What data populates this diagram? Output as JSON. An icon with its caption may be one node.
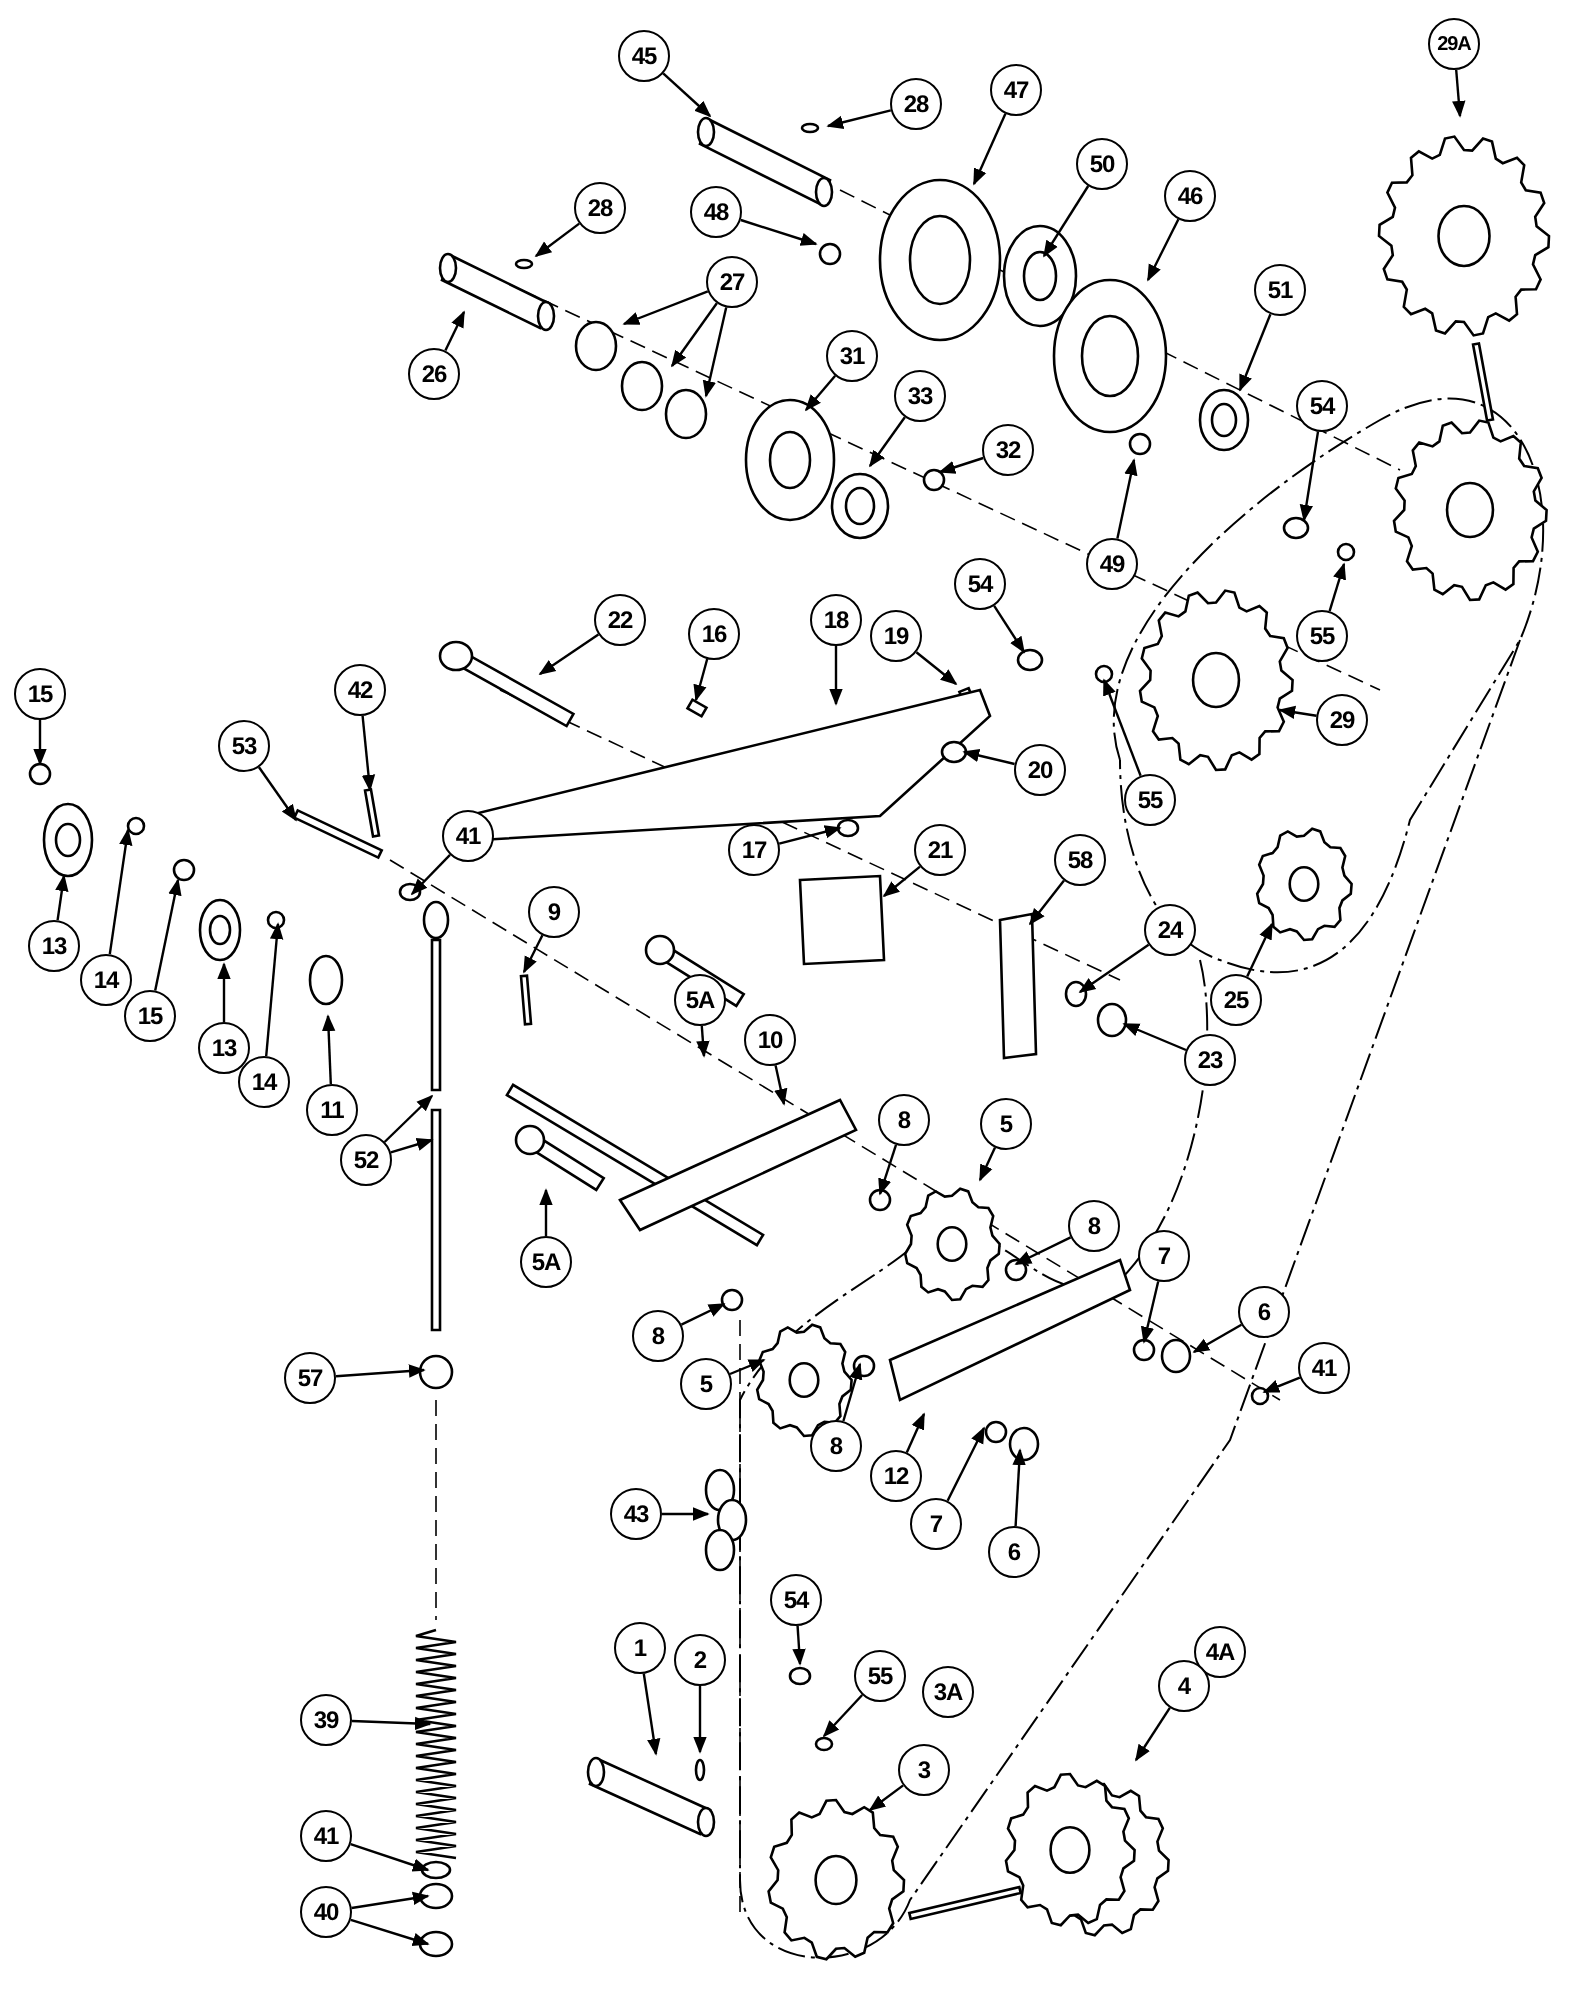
{
  "diagram": {
    "nodes": [
      {
        "text": [
          "45"
        ]
      },
      {
        "text": [
          "28"
        ]
      },
      {
        "text": [
          "47"
        ]
      },
      {
        "text": [
          "28"
        ]
      },
      {
        "text": [
          "48"
        ]
      },
      {
        "text": [
          "50"
        ]
      },
      {
        "text": [
          "46"
        ]
      },
      {
        "text": [
          "29A"
        ]
      },
      {
        "text": [
          "27"
        ]
      },
      {
        "text": [
          "26"
        ]
      },
      {
        "text": [
          "31"
        ]
      },
      {
        "text": [
          "33"
        ]
      },
      {
        "text": [
          "51"
        ]
      },
      {
        "text": [
          "32"
        ]
      },
      {
        "text": [
          "54"
        ]
      },
      {
        "text": [
          "49"
        ]
      },
      {
        "text": [
          "55"
        ]
      },
      {
        "text": [
          "22"
        ]
      },
      {
        "text": [
          "16"
        ]
      },
      {
        "text": [
          "18"
        ]
      },
      {
        "text": [
          "19"
        ]
      },
      {
        "text": [
          "54"
        ]
      },
      {
        "text": [
          "20"
        ]
      },
      {
        "text": [
          "55"
        ]
      },
      {
        "text": [
          "29"
        ]
      },
      {
        "text": [
          "15"
        ]
      },
      {
        "text": [
          "42"
        ]
      },
      {
        "text": [
          "53"
        ]
      },
      {
        "text": [
          "41"
        ]
      },
      {
        "text": [
          "17"
        ]
      },
      {
        "text": [
          "21"
        ]
      },
      {
        "text": [
          "58"
        ]
      },
      {
        "text": [
          "24"
        ]
      },
      {
        "text": [
          "23"
        ]
      },
      {
        "text": [
          "25"
        ]
      },
      {
        "text": [
          "13"
        ]
      },
      {
        "text": [
          "14"
        ]
      },
      {
        "text": [
          "15"
        ]
      },
      {
        "text": [
          "13"
        ]
      },
      {
        "text": [
          "14"
        ]
      },
      {
        "text": [
          "11"
        ]
      },
      {
        "text": [
          "9"
        ]
      },
      {
        "text": [
          "5A"
        ]
      },
      {
        "text": [
          "10"
        ]
      },
      {
        "text": [
          "52"
        ]
      },
      {
        "text": [
          "8"
        ]
      },
      {
        "text": [
          "5"
        ]
      },
      {
        "text": [
          "5A"
        ]
      },
      {
        "text": [
          "8"
        ]
      },
      {
        "text": [
          "7"
        ]
      },
      {
        "text": [
          "6"
        ]
      },
      {
        "text": [
          "41"
        ]
      },
      {
        "text": [
          "8"
        ]
      },
      {
        "text": [
          "5"
        ]
      },
      {
        "text": [
          "57"
        ]
      },
      {
        "text": [
          "8"
        ]
      },
      {
        "text": [
          "12"
        ]
      },
      {
        "text": [
          "7"
        ]
      },
      {
        "text": [
          "6"
        ]
      },
      {
        "text": [
          "43"
        ]
      },
      {
        "text": [
          "54"
        ]
      },
      {
        "text": [
          "1"
        ]
      },
      {
        "text": [
          "2"
        ]
      },
      {
        "text": [
          "55"
        ]
      },
      {
        "text": [
          "3A"
        ]
      },
      {
        "text": [
          "3"
        ]
      },
      {
        "text": [
          "4A"
        ]
      },
      {
        "text": [
          "4"
        ]
      },
      {
        "text": [
          "39"
        ]
      },
      {
        "text": [
          "41"
        ]
      },
      {
        "text": [
          "40"
        ]
      }
    ],
    "edges": [
      {
        "from": 0,
        "to": null,
        "arrow": "to"
      },
      {
        "from": 1,
        "to": null,
        "arrow": "to"
      },
      {
        "from": 2,
        "to": null,
        "arrow": "to"
      },
      {
        "from": 3,
        "to": null,
        "arrow": "to"
      },
      {
        "from": 4,
        "to": null,
        "arrow": "to"
      },
      {
        "from": 5,
        "to": null,
        "arrow": "to"
      },
      {
        "from": 6,
        "to": null,
        "arrow": "to"
      },
      {
        "from": 7,
        "to": null,
        "arrow": "to"
      },
      {
        "from": 8,
        "to": null,
        "arrow": "to"
      },
      {
        "from": 8,
        "to": null,
        "arrow": "to"
      },
      {
        "from": 8,
        "to": null,
        "arrow": "to"
      },
      {
        "from": 9,
        "to": null,
        "arrow": "to"
      },
      {
        "from": 10,
        "to": null,
        "arrow": "to"
      },
      {
        "from": 11,
        "to": null,
        "arrow": "to"
      },
      {
        "from": 12,
        "to": null,
        "arrow": "to"
      },
      {
        "from": 13,
        "to": null,
        "arrow": "to"
      },
      {
        "from": 14,
        "to": null,
        "arrow": "to"
      },
      {
        "from": 15,
        "to": null,
        "arrow": "to"
      },
      {
        "from": 16,
        "to": null,
        "arrow": "to"
      },
      {
        "from": 17,
        "to": null,
        "arrow": "to"
      },
      {
        "from": 18,
        "to": null,
        "arrow": "to"
      },
      {
        "from": 19,
        "to": null,
        "arrow": "to"
      },
      {
        "from": 20,
        "to": null,
        "arrow": "to"
      },
      {
        "from": 21,
        "to": null,
        "arrow": "to"
      },
      {
        "from": 22,
        "to": null,
        "arrow": "to"
      },
      {
        "from": 23,
        "to": null,
        "arrow": "to"
      },
      {
        "from": 24,
        "to": null,
        "arrow": "to"
      },
      {
        "from": 25,
        "to": null,
        "arrow": "to"
      },
      {
        "from": 26,
        "to": null,
        "arrow": "to"
      },
      {
        "from": 27,
        "to": null,
        "arrow": "to"
      },
      {
        "from": 28,
        "to": null,
        "arrow": "to"
      },
      {
        "from": 29,
        "to": null,
        "arrow": "to"
      },
      {
        "from": 30,
        "to": null,
        "arrow": "to"
      },
      {
        "from": 31,
        "to": null,
        "arrow": "to"
      },
      {
        "from": 32,
        "to": null,
        "arrow": "to"
      },
      {
        "from": 33,
        "to": null,
        "arrow": "to"
      },
      {
        "from": 34,
        "to": null,
        "arrow": "to"
      },
      {
        "from": 35,
        "to": null,
        "arrow": "to"
      },
      {
        "from": 36,
        "to": null,
        "arrow": "to"
      },
      {
        "from": 37,
        "to": null,
        "arrow": "to"
      },
      {
        "from": 38,
        "to": null,
        "arrow": "to"
      },
      {
        "from": 39,
        "to": null,
        "arrow": "to"
      },
      {
        "from": 40,
        "to": null,
        "arrow": "to"
      },
      {
        "from": 41,
        "to": null,
        "arrow": "to"
      },
      {
        "from": 42,
        "to": null,
        "arrow": "to"
      },
      {
        "from": 43,
        "to": null,
        "arrow": "to"
      },
      {
        "from": 44,
        "to": null,
        "arrow": "to"
      },
      {
        "from": 44,
        "to": null,
        "arrow": "to"
      },
      {
        "from": 45,
        "to": null,
        "arrow": "to"
      },
      {
        "from": 46,
        "to": null,
        "arrow": "to"
      },
      {
        "from": 47,
        "to": null,
        "arrow": "to"
      },
      {
        "from": 48,
        "to": null,
        "arrow": "to"
      },
      {
        "from": 49,
        "to": null,
        "arrow": "to"
      },
      {
        "from": 50,
        "to": null,
        "arrow": "to"
      },
      {
        "from": 51,
        "to": null,
        "arrow": "to"
      },
      {
        "from": 52,
        "to": null,
        "arrow": "to"
      },
      {
        "from": 53,
        "to": null,
        "arrow": "to"
      },
      {
        "from": 54,
        "to": null,
        "arrow": "to"
      },
      {
        "from": 55,
        "to": null,
        "arrow": "to"
      },
      {
        "from": 56,
        "to": null,
        "arrow": "to"
      },
      {
        "from": 57,
        "to": null,
        "arrow": "to"
      },
      {
        "from": 58,
        "to": null,
        "arrow": "to"
      },
      {
        "from": 59,
        "to": null,
        "arrow": "to"
      },
      {
        "from": 60,
        "to": null,
        "arrow": "to"
      },
      {
        "from": 61,
        "to": null,
        "arrow": "to"
      },
      {
        "from": 62,
        "to": null,
        "arrow": "to"
      },
      {
        "from": 63,
        "to": null,
        "arrow": "to"
      },
      {
        "from": 65,
        "to": null,
        "arrow": "to"
      },
      {
        "from": 67,
        "to": null,
        "arrow": "to"
      },
      {
        "from": 68,
        "to": null,
        "arrow": "to"
      },
      {
        "from": 69,
        "to": null,
        "arrow": "to"
      },
      {
        "from": 70,
        "to": null,
        "arrow": "to"
      },
      {
        "from": 70,
        "to": null,
        "arrow": "to"
      }
    ]
  }
}
